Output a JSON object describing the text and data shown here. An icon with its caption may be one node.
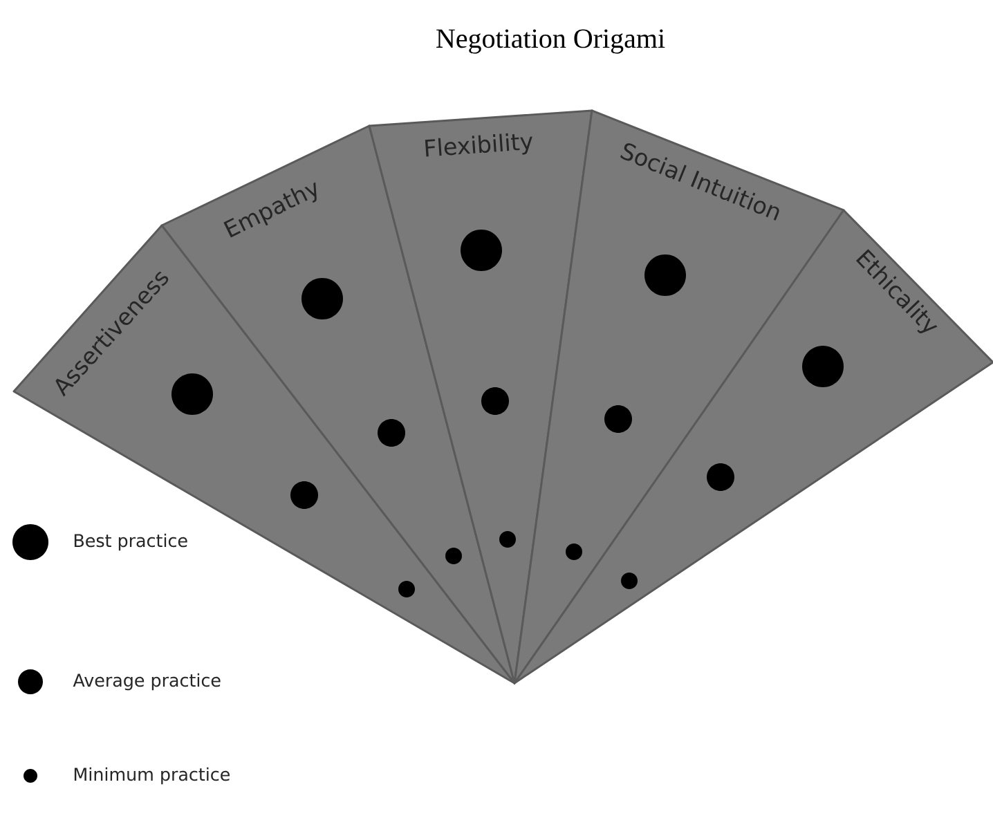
{
  "diagram": {
    "title": "Negotiation Origami",
    "nodes": [
      {
        "text": [
          "Assertiveness"
        ]
      },
      {
        "text": [
          "Empathy"
        ]
      },
      {
        "text": [
          "Flexibility"
        ]
      },
      {
        "text": [
          "Social Intuition"
        ]
      },
      {
        "text": [
          "Ethicality"
        ]
      }
    ],
    "legend": [
      {
        "text": "Best practice"
      },
      {
        "text": "Average practice"
      },
      {
        "text": "Minimum practice"
      }
    ]
  }
}
